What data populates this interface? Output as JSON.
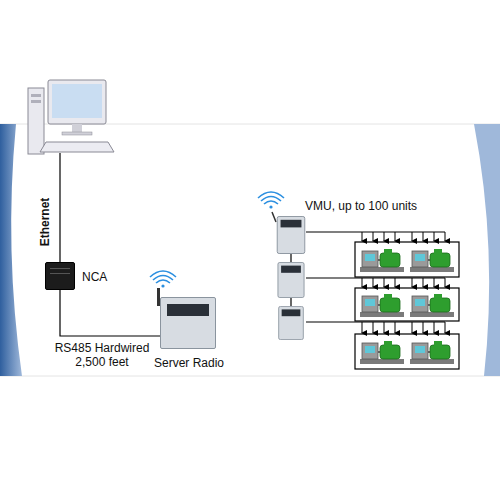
{
  "diagram": {
    "nodes": [
      {
        "text": [
          "NCA"
        ]
      },
      {
        "text": [
          "Server Radio"
        ]
      }
    ],
    "edges": [
      {
        "from": 0,
        "to": 1,
        "label": "RS485 Hardwired 2,500 feet",
        "arrow": "none"
      }
    ],
    "labels": [
      "Ethernet",
      "VMU, up to 100 units"
    ]
  }
}
